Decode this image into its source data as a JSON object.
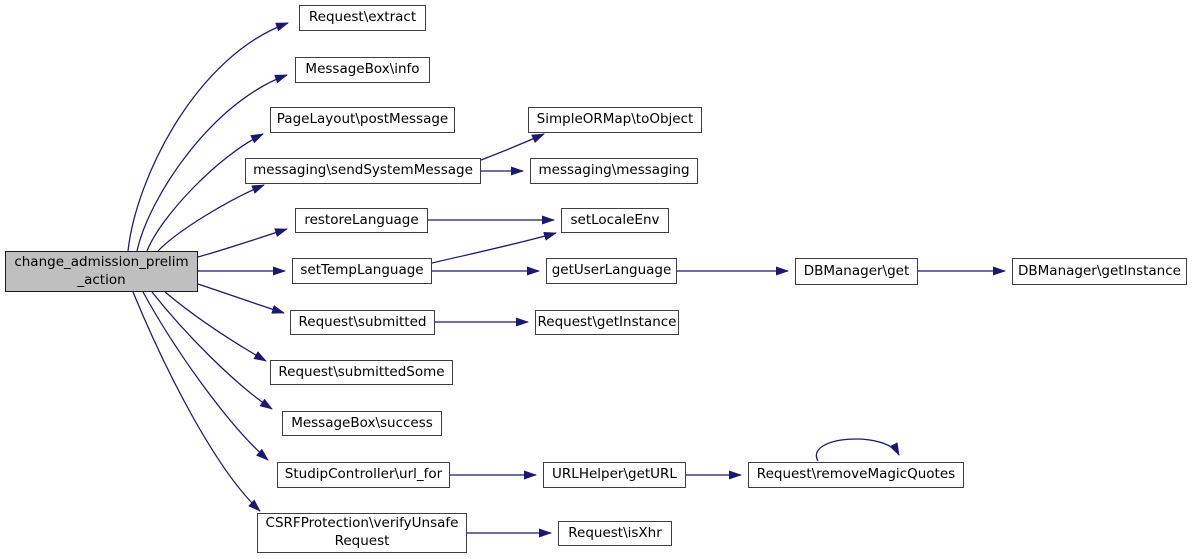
{
  "graph": {
    "type": "doxygen-call-graph",
    "root_function": "change_admission_prelim_action",
    "colors": {
      "edge": "#191970",
      "node_border": "#3f3f3f",
      "node_fill": "#ffffff",
      "root_fill": "#bfbfbf",
      "text": "#000000",
      "background": "#ffffff"
    },
    "nodes": [
      {
        "id": "change_admission_prelim_action",
        "label": "change_admission_prelim\n_action"
      },
      {
        "id": "Request\\extract",
        "label": "Request\\extract"
      },
      {
        "id": "MessageBox\\info",
        "label": "MessageBox\\info"
      },
      {
        "id": "PageLayout\\postMessage",
        "label": "PageLayout\\postMessage"
      },
      {
        "id": "messaging\\sendSystemMessage",
        "label": "messaging\\sendSystemMessage"
      },
      {
        "id": "SimpleORMap\\toObject",
        "label": "SimpleORMap\\toObject"
      },
      {
        "id": "messaging\\messaging",
        "label": "messaging\\messaging"
      },
      {
        "id": "restoreLanguage",
        "label": "restoreLanguage"
      },
      {
        "id": "setLocaleEnv",
        "label": "setLocaleEnv"
      },
      {
        "id": "setTempLanguage",
        "label": "setTempLanguage"
      },
      {
        "id": "getUserLanguage",
        "label": "getUserLanguage"
      },
      {
        "id": "DBManager\\get",
        "label": "DBManager\\get"
      },
      {
        "id": "DBManager\\getInstance",
        "label": "DBManager\\getInstance"
      },
      {
        "id": "Request\\submitted",
        "label": "Request\\submitted"
      },
      {
        "id": "Request\\getInstance",
        "label": "Request\\getInstance"
      },
      {
        "id": "Request\\submittedSome",
        "label": "Request\\submittedSome"
      },
      {
        "id": "MessageBox\\success",
        "label": "MessageBox\\success"
      },
      {
        "id": "StudipController\\url_for",
        "label": "StudipController\\url_for"
      },
      {
        "id": "URLHelper\\getURL",
        "label": "URLHelper\\getURL"
      },
      {
        "id": "Request\\removeMagicQuotes",
        "label": "Request\\removeMagicQuotes"
      },
      {
        "id": "CSRFProtection\\verifyUnsafeRequest",
        "label": "CSRFProtection\\verifyUnsafe\nRequest"
      },
      {
        "id": "Request\\isXhr",
        "label": "Request\\isXhr"
      }
    ],
    "edges": [
      {
        "from": "change_admission_prelim_action",
        "to": "Request\\extract"
      },
      {
        "from": "change_admission_prelim_action",
        "to": "MessageBox\\info"
      },
      {
        "from": "change_admission_prelim_action",
        "to": "PageLayout\\postMessage"
      },
      {
        "from": "change_admission_prelim_action",
        "to": "messaging\\sendSystemMessage"
      },
      {
        "from": "change_admission_prelim_action",
        "to": "restoreLanguage"
      },
      {
        "from": "change_admission_prelim_action",
        "to": "setTempLanguage"
      },
      {
        "from": "change_admission_prelim_action",
        "to": "Request\\submitted"
      },
      {
        "from": "change_admission_prelim_action",
        "to": "Request\\submittedSome"
      },
      {
        "from": "change_admission_prelim_action",
        "to": "MessageBox\\success"
      },
      {
        "from": "change_admission_prelim_action",
        "to": "StudipController\\url_for"
      },
      {
        "from": "change_admission_prelim_action",
        "to": "CSRFProtection\\verifyUnsafeRequest"
      },
      {
        "from": "messaging\\sendSystemMessage",
        "to": "SimpleORMap\\toObject"
      },
      {
        "from": "messaging\\sendSystemMessage",
        "to": "messaging\\messaging"
      },
      {
        "from": "restoreLanguage",
        "to": "setLocaleEnv"
      },
      {
        "from": "setTempLanguage",
        "to": "setLocaleEnv"
      },
      {
        "from": "setTempLanguage",
        "to": "getUserLanguage"
      },
      {
        "from": "getUserLanguage",
        "to": "DBManager\\get"
      },
      {
        "from": "DBManager\\get",
        "to": "DBManager\\getInstance"
      },
      {
        "from": "Request\\submitted",
        "to": "Request\\getInstance"
      },
      {
        "from": "StudipController\\url_for",
        "to": "URLHelper\\getURL"
      },
      {
        "from": "URLHelper\\getURL",
        "to": "Request\\removeMagicQuotes"
      },
      {
        "from": "Request\\removeMagicQuotes",
        "to": "Request\\removeMagicQuotes"
      },
      {
        "from": "CSRFProtection\\verifyUnsafeRequest",
        "to": "Request\\isXhr"
      }
    ]
  }
}
